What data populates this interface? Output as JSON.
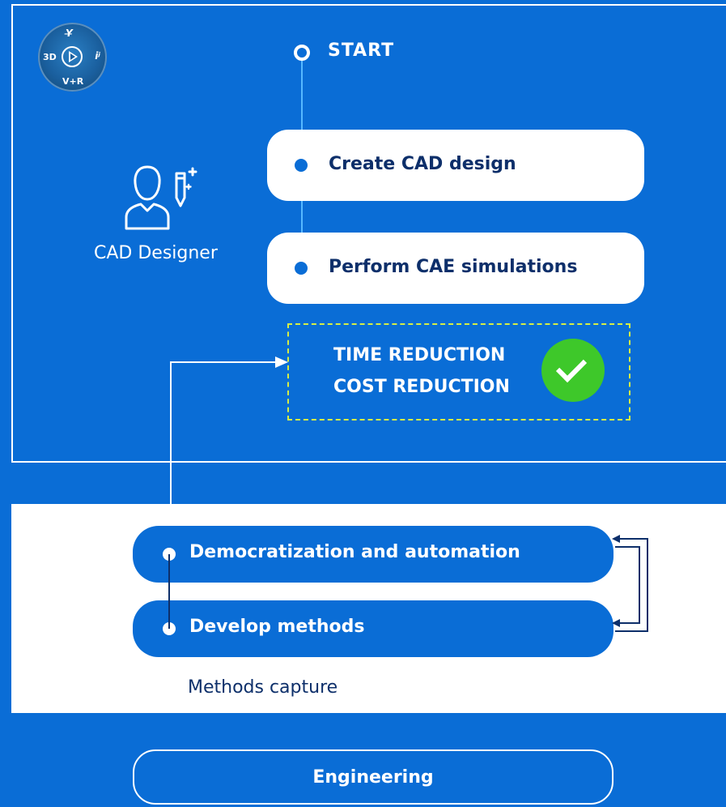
{
  "logo": {
    "top": "Y̶",
    "left": "3D",
    "right": "iʲ",
    "bottom": "V+R",
    "icon": "3dexperience-compass-icon"
  },
  "flow": {
    "start_label": "START",
    "steps": [
      "Create CAD design",
      "Perform CAE simulations"
    ]
  },
  "persona": {
    "label": "CAD Designer",
    "icon": "designer-person-pencil-icon"
  },
  "benefits": {
    "line1": "TIME REDUCTION",
    "line2": "COST REDUCTION",
    "icon": "green-check-icon"
  },
  "methods": {
    "items": [
      "Democratization and automation",
      "Develop methods"
    ],
    "label": "Methods capture"
  },
  "footer": {
    "label": "Engineering"
  },
  "colors": {
    "background": "#0a6dd6",
    "text_dark": "#0d2f6a",
    "connector_light": "#57b8ff",
    "dash": "#d6ee44",
    "check": "#3ec82a"
  }
}
